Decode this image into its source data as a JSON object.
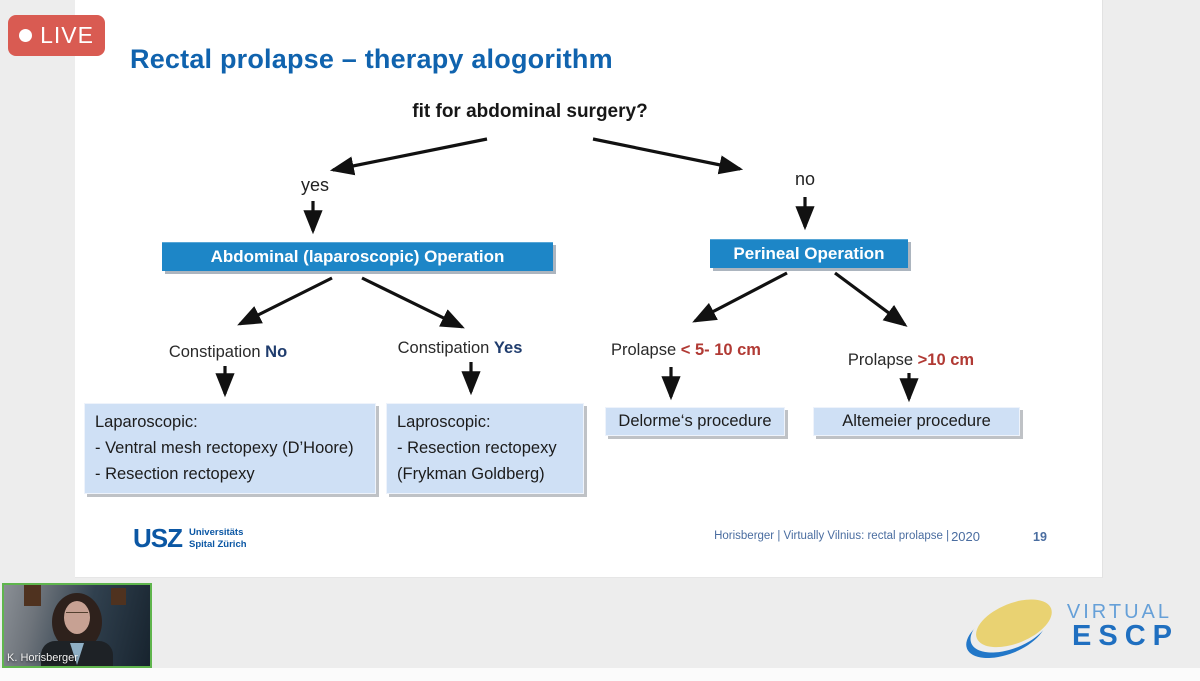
{
  "live_badge": {
    "label": "LIVE"
  },
  "slide": {
    "title": "Rectal prolapse – therapy alogorithm",
    "question": "fit for abdominal surgery?",
    "branch_yes": "yes",
    "branch_no": "no",
    "abdominal_box": "Abdominal (laparoscopic) Operation",
    "perineal_box": "Perineal Operation",
    "constipation_no": {
      "prefix": "Constipation ",
      "value": "No"
    },
    "constipation_yes": {
      "prefix": "Constipation ",
      "value": "Yes"
    },
    "prolapse_small": {
      "prefix": "Prolapse ",
      "value": "< 5- 10 cm"
    },
    "prolapse_large": {
      "prefix": "Prolapse ",
      "value": ">10 cm"
    },
    "lap_no_box": {
      "line1": "Laparoscopic:",
      "line2": "- Ventral mesh rectopexy (D’Hoore)",
      "line3": "- Resection rectopexy"
    },
    "lap_yes_box": {
      "line1": "Laproscopic:",
      "line2": "- Resection rectopexy",
      "line3": "(Frykman Goldberg)"
    },
    "delorme_box": "Delorme‘s procedure",
    "altemeier_box": "Altemeier procedure",
    "footer": {
      "logo_text": "USZ",
      "logo_sub1": "Universitäts",
      "logo_sub2": "Spital Zürich",
      "citation": "Horisberger | Virtually Vilnius: rectal prolapse |",
      "year": "2020",
      "page_number": "19"
    }
  },
  "webcam": {
    "label": "K. Horisberger"
  },
  "escp_logo": {
    "line1": "VIRTUAL",
    "line2": "ESCP"
  },
  "colors": {
    "live_red": "#d95b52",
    "title_blue": "#1063ae",
    "operation_box_blue": "#1d86c7",
    "result_box_blue": "#cfe0f5",
    "emphasis_navy": "#1f3c6d",
    "emphasis_red": "#b13a34",
    "footer_blue": "#4a6da0",
    "usz_blue": "#0b57a4",
    "webcam_border_green": "#5fb54d",
    "escp_yellow": "#e9d272",
    "escp_blue": "#1f6fc0"
  }
}
